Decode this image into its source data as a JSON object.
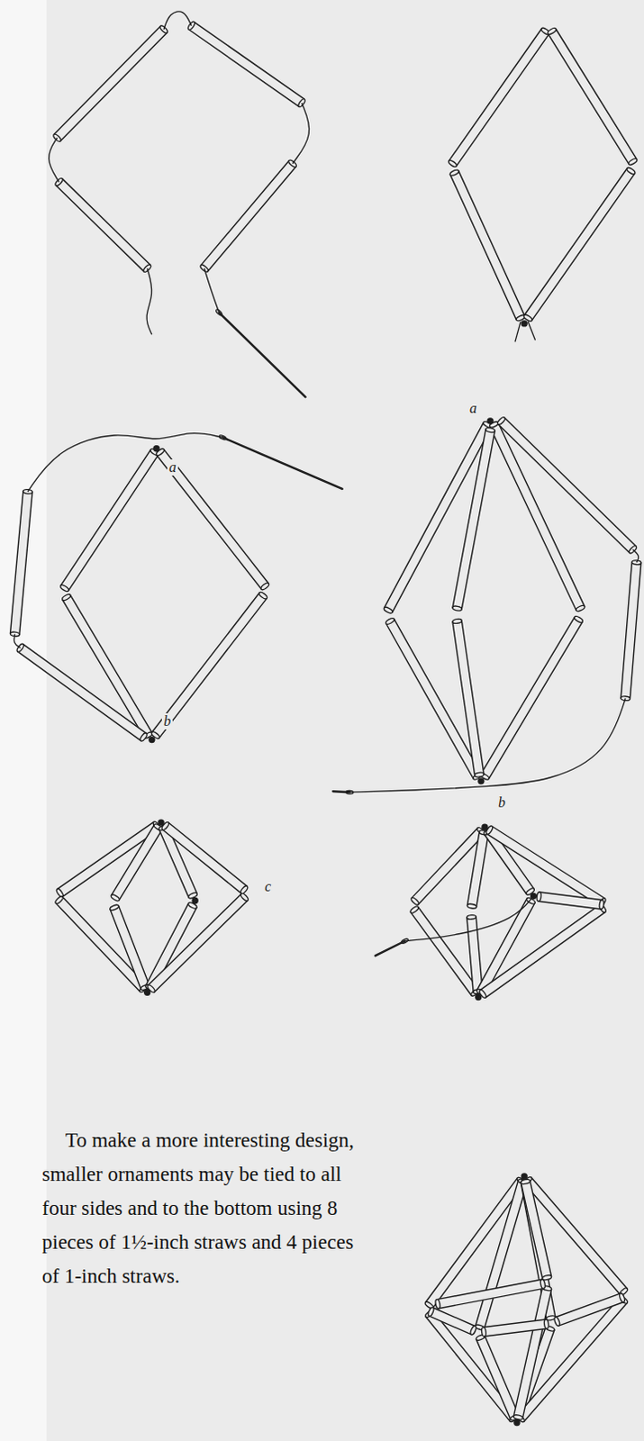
{
  "diagram": {
    "labels": [
      "a",
      "b",
      "a",
      "b",
      "c",
      "To make a more interesting design, smaller ornaments may be tied to all four sides and to the bottom using 8 pieces of 1½-inch straws and 4 pieces of 1-inch straws."
    ]
  }
}
